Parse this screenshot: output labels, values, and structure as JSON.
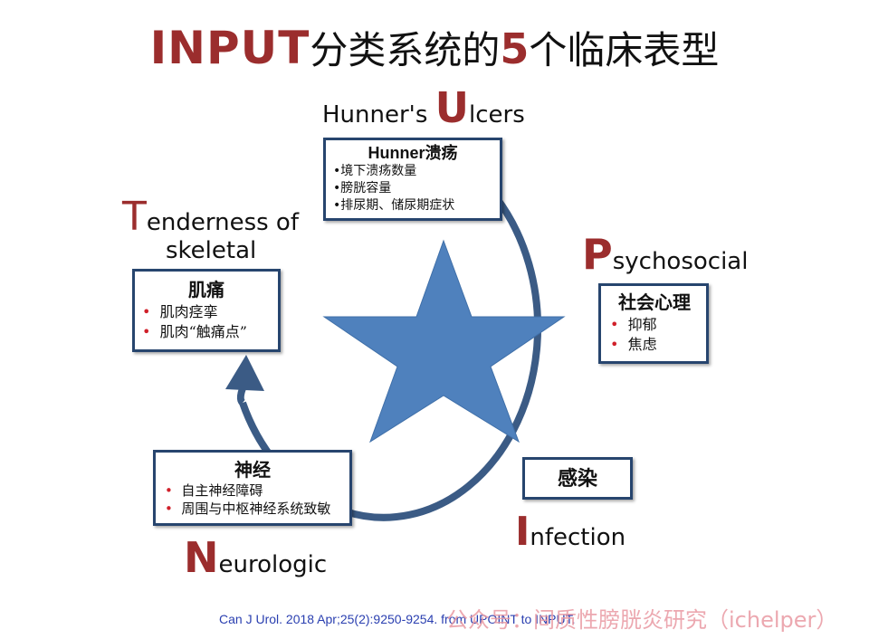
{
  "title": {
    "acronym": "INPUT",
    "part1": "分类系统的",
    "number": "5",
    "part2": "个临床表型"
  },
  "phenotypes": {
    "ulcers": {
      "big_letter": "U",
      "rest": "lcers",
      "prefix": "Hunner's ",
      "box_title": "Hunner溃疡",
      "items": [
        "•境下溃疡数量",
        "•膀胱容量",
        "•排尿期、储尿期症状"
      ]
    },
    "psychosocial": {
      "big_letter": "P",
      "rest": "sychosocial",
      "box_title": "社会心理",
      "items": [
        "抑郁",
        "焦虑"
      ]
    },
    "infection": {
      "big_letter": "I",
      "rest": "nfection",
      "box_title": "感染"
    },
    "neurologic": {
      "big_letter": "N",
      "rest": "eurologic",
      "box_title": "神经",
      "items": [
        "自主神经障碍",
        "周围与中枢神经系统致敏"
      ]
    },
    "tenderness": {
      "big_letter": "T",
      "rest": "enderness of",
      "line2": "skeletal",
      "box_title": "肌痛",
      "items": [
        "肌肉痉挛",
        "肌肉“触痛点”"
      ]
    }
  },
  "bullet_char": "•",
  "citation": "Can J Urol. 2018 Apr;25(2):9250-9254.  from UPOINT to INPUT.",
  "watermark": "公众号：间质性膀胱炎研究（ichelper）",
  "colors": {
    "accent_red": "#9b2d2d",
    "box_border": "#27456e",
    "star_fill": "#4f81bd",
    "ring": "#3b5b85",
    "citation": "#2a3fb0",
    "watermark": "#e99aa3"
  }
}
